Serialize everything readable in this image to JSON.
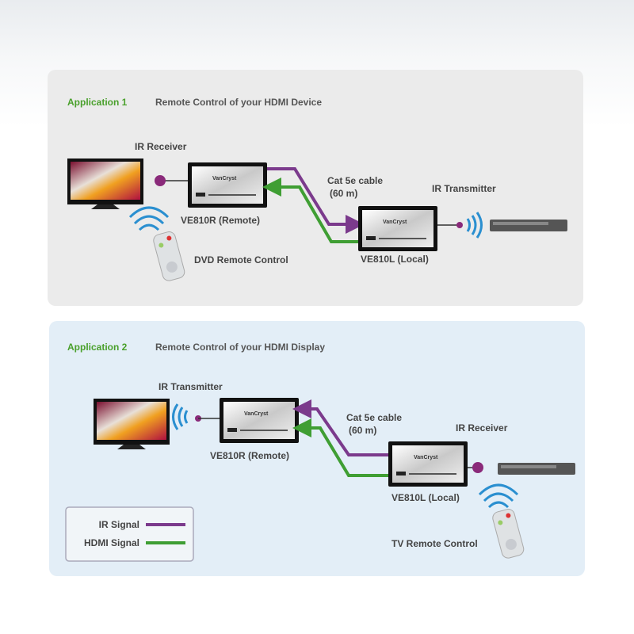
{
  "colors": {
    "ir_signal": "#7b3a8c",
    "hdmi_signal": "#3f9e33",
    "accent_green": "#4aa02c",
    "wave_blue": "#2a8fd0"
  },
  "app1": {
    "label": "Application 1",
    "title": "Remote Control of your HDMI Device",
    "ir_receiver": "IR Receiver",
    "remote_unit": "VE810R (Remote)",
    "cable_line1": "Cat 5e cable",
    "cable_line2": "(60 m)",
    "ir_transmitter": "IR Transmitter",
    "local_unit": "VE810L (Local)",
    "remote_control": "DVD Remote Control",
    "brand": "VanCryst"
  },
  "app2": {
    "label": "Application 2",
    "title": "Remote Control of your HDMI Display",
    "ir_transmitter": "IR Transmitter",
    "remote_unit": "VE810R (Remote)",
    "cable_line1": "Cat 5e cable",
    "cable_line2": "(60 m)",
    "ir_receiver": "IR Receiver",
    "local_unit": "VE810L (Local)",
    "remote_control": "TV Remote Control",
    "brand": "VanCryst"
  },
  "legend": {
    "ir": "IR Signal",
    "hdmi": "HDMI  Signal"
  }
}
